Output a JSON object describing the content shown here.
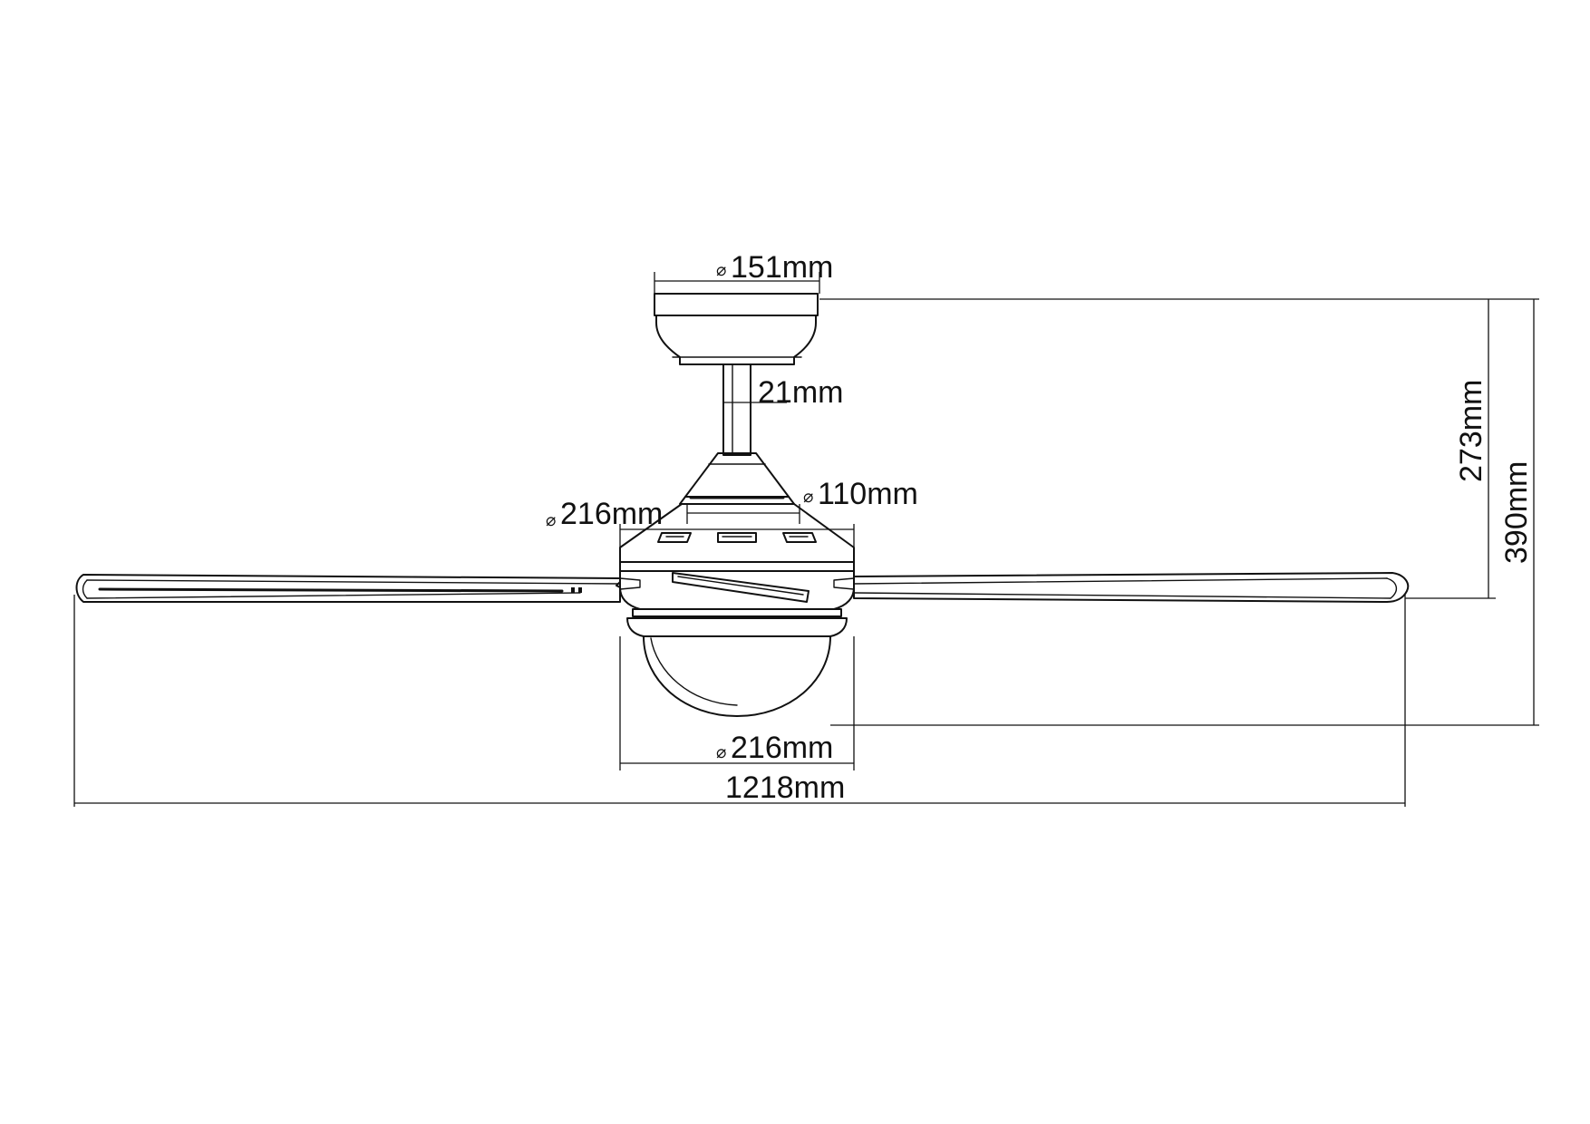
{
  "dimensions": {
    "canopy_diameter": {
      "symbol": "⌀",
      "value": "151mm"
    },
    "downrod_diameter": {
      "value": "21mm"
    },
    "motor_top_diameter": {
      "symbol": "⌀",
      "value": "110mm"
    },
    "motor_housing_diameter": {
      "symbol": "⌀",
      "value": "216mm"
    },
    "light_kit_diameter": {
      "symbol": "⌀",
      "value": "216mm"
    },
    "blade_span": {
      "value": "1218mm"
    },
    "height_to_blade": {
      "value": "273mm"
    },
    "overall_height": {
      "value": "390mm"
    }
  }
}
